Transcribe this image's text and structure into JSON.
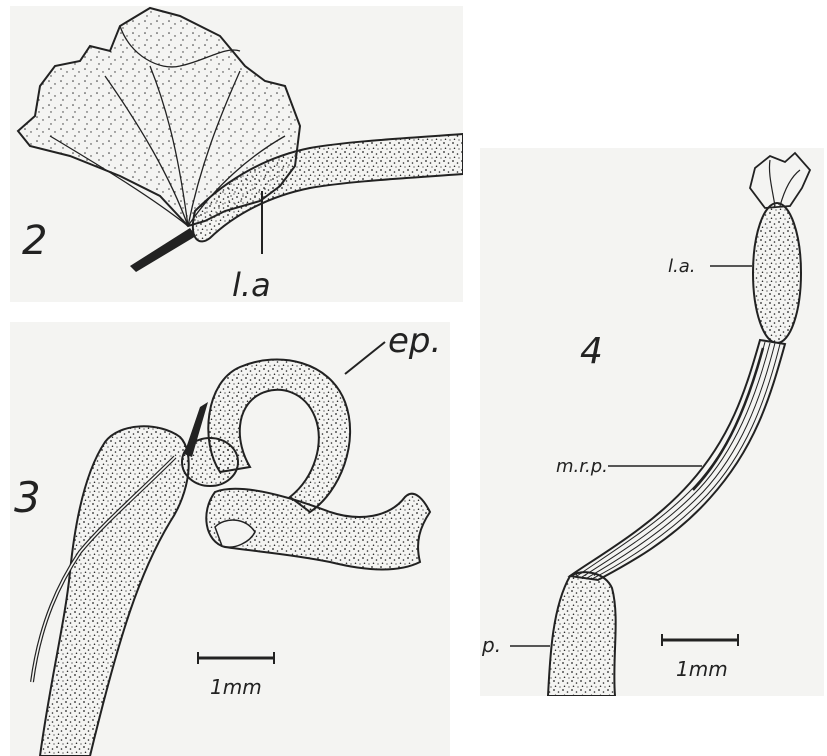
{
  "figures": {
    "fig2": {
      "number": "2",
      "label_la": "l.a"
    },
    "fig3": {
      "number": "3",
      "label_ep": "ep.",
      "scale": "1mm"
    },
    "fig4": {
      "number": "4",
      "label_la": "l.a.",
      "label_mrp": "m.r.p.",
      "label_p": "p.",
      "scale": "1mm"
    }
  },
  "colors": {
    "ink": "#222222",
    "panel": "#f4f4f2",
    "page": "#ffffff"
  }
}
